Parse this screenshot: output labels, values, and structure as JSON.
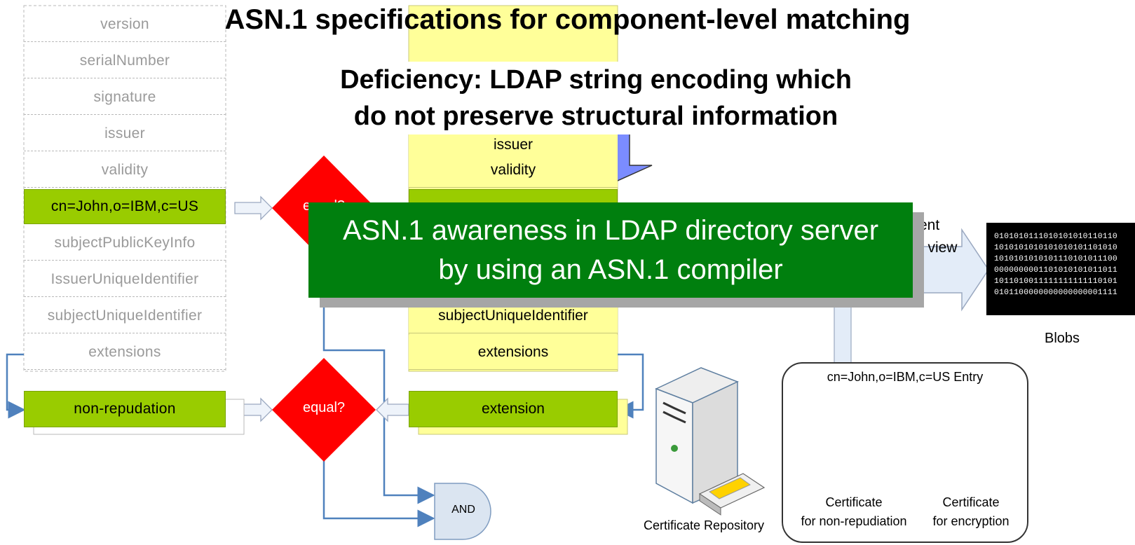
{
  "title": "ASN.1 specifications for component-level matching",
  "deficiency": {
    "line1": "Deficiency: LDAP string encoding which",
    "line2": "do not preserve structural information"
  },
  "banner": {
    "line1": "ASN.1 awareness in LDAP directory server",
    "line2": "by using  an ASN.1 compiler"
  },
  "left_fields": [
    "version",
    "serialNumber",
    "signature",
    "issuer",
    "validity",
    "cn=John,o=IBM,c=US",
    "subjectPublicKeyInfo",
    "IssuerUniqueIdentifier",
    "subjectUniqueIdentifier",
    "extensions"
  ],
  "right_fields": {
    "issuer_partial": "issuer",
    "validity": "validity",
    "subjectUniqueIdentifier": "subjectUniqueIdentifier",
    "extensions": "extensions"
  },
  "non_repudiation": "non-repudation",
  "extension": "extension",
  "equal_top": "equal?",
  "equal_bottom": "equal?",
  "and_gate": "AND",
  "ldap_view_partial": {
    "line1": "rent",
    "line2": "P view"
  },
  "blobs": {
    "lines": [
      "0101010111010101010110110",
      "1010101010101010101101010",
      "1010101010101110101011100",
      "0000000001101010101011011",
      "1011010011111111111110101",
      "0101100000000000000001111"
    ],
    "label": "Blobs"
  },
  "entry": {
    "title": "cn=John,o=IBM,c=US Entry",
    "cert1_line1": "Certificate",
    "cert1_line2": "for non-repudiation",
    "cert2_line1": "Certificate",
    "cert2_line2": "for encryption"
  },
  "repository_label": "Certificate Repository",
  "colors": {
    "green_field": "#99cc00",
    "yellow_field": "#ffff99",
    "diamond_red": "#ff0000",
    "banner_green": "#007f0e",
    "connector_blue": "#4f81bd",
    "arrow_blue": "#7b8cff"
  }
}
